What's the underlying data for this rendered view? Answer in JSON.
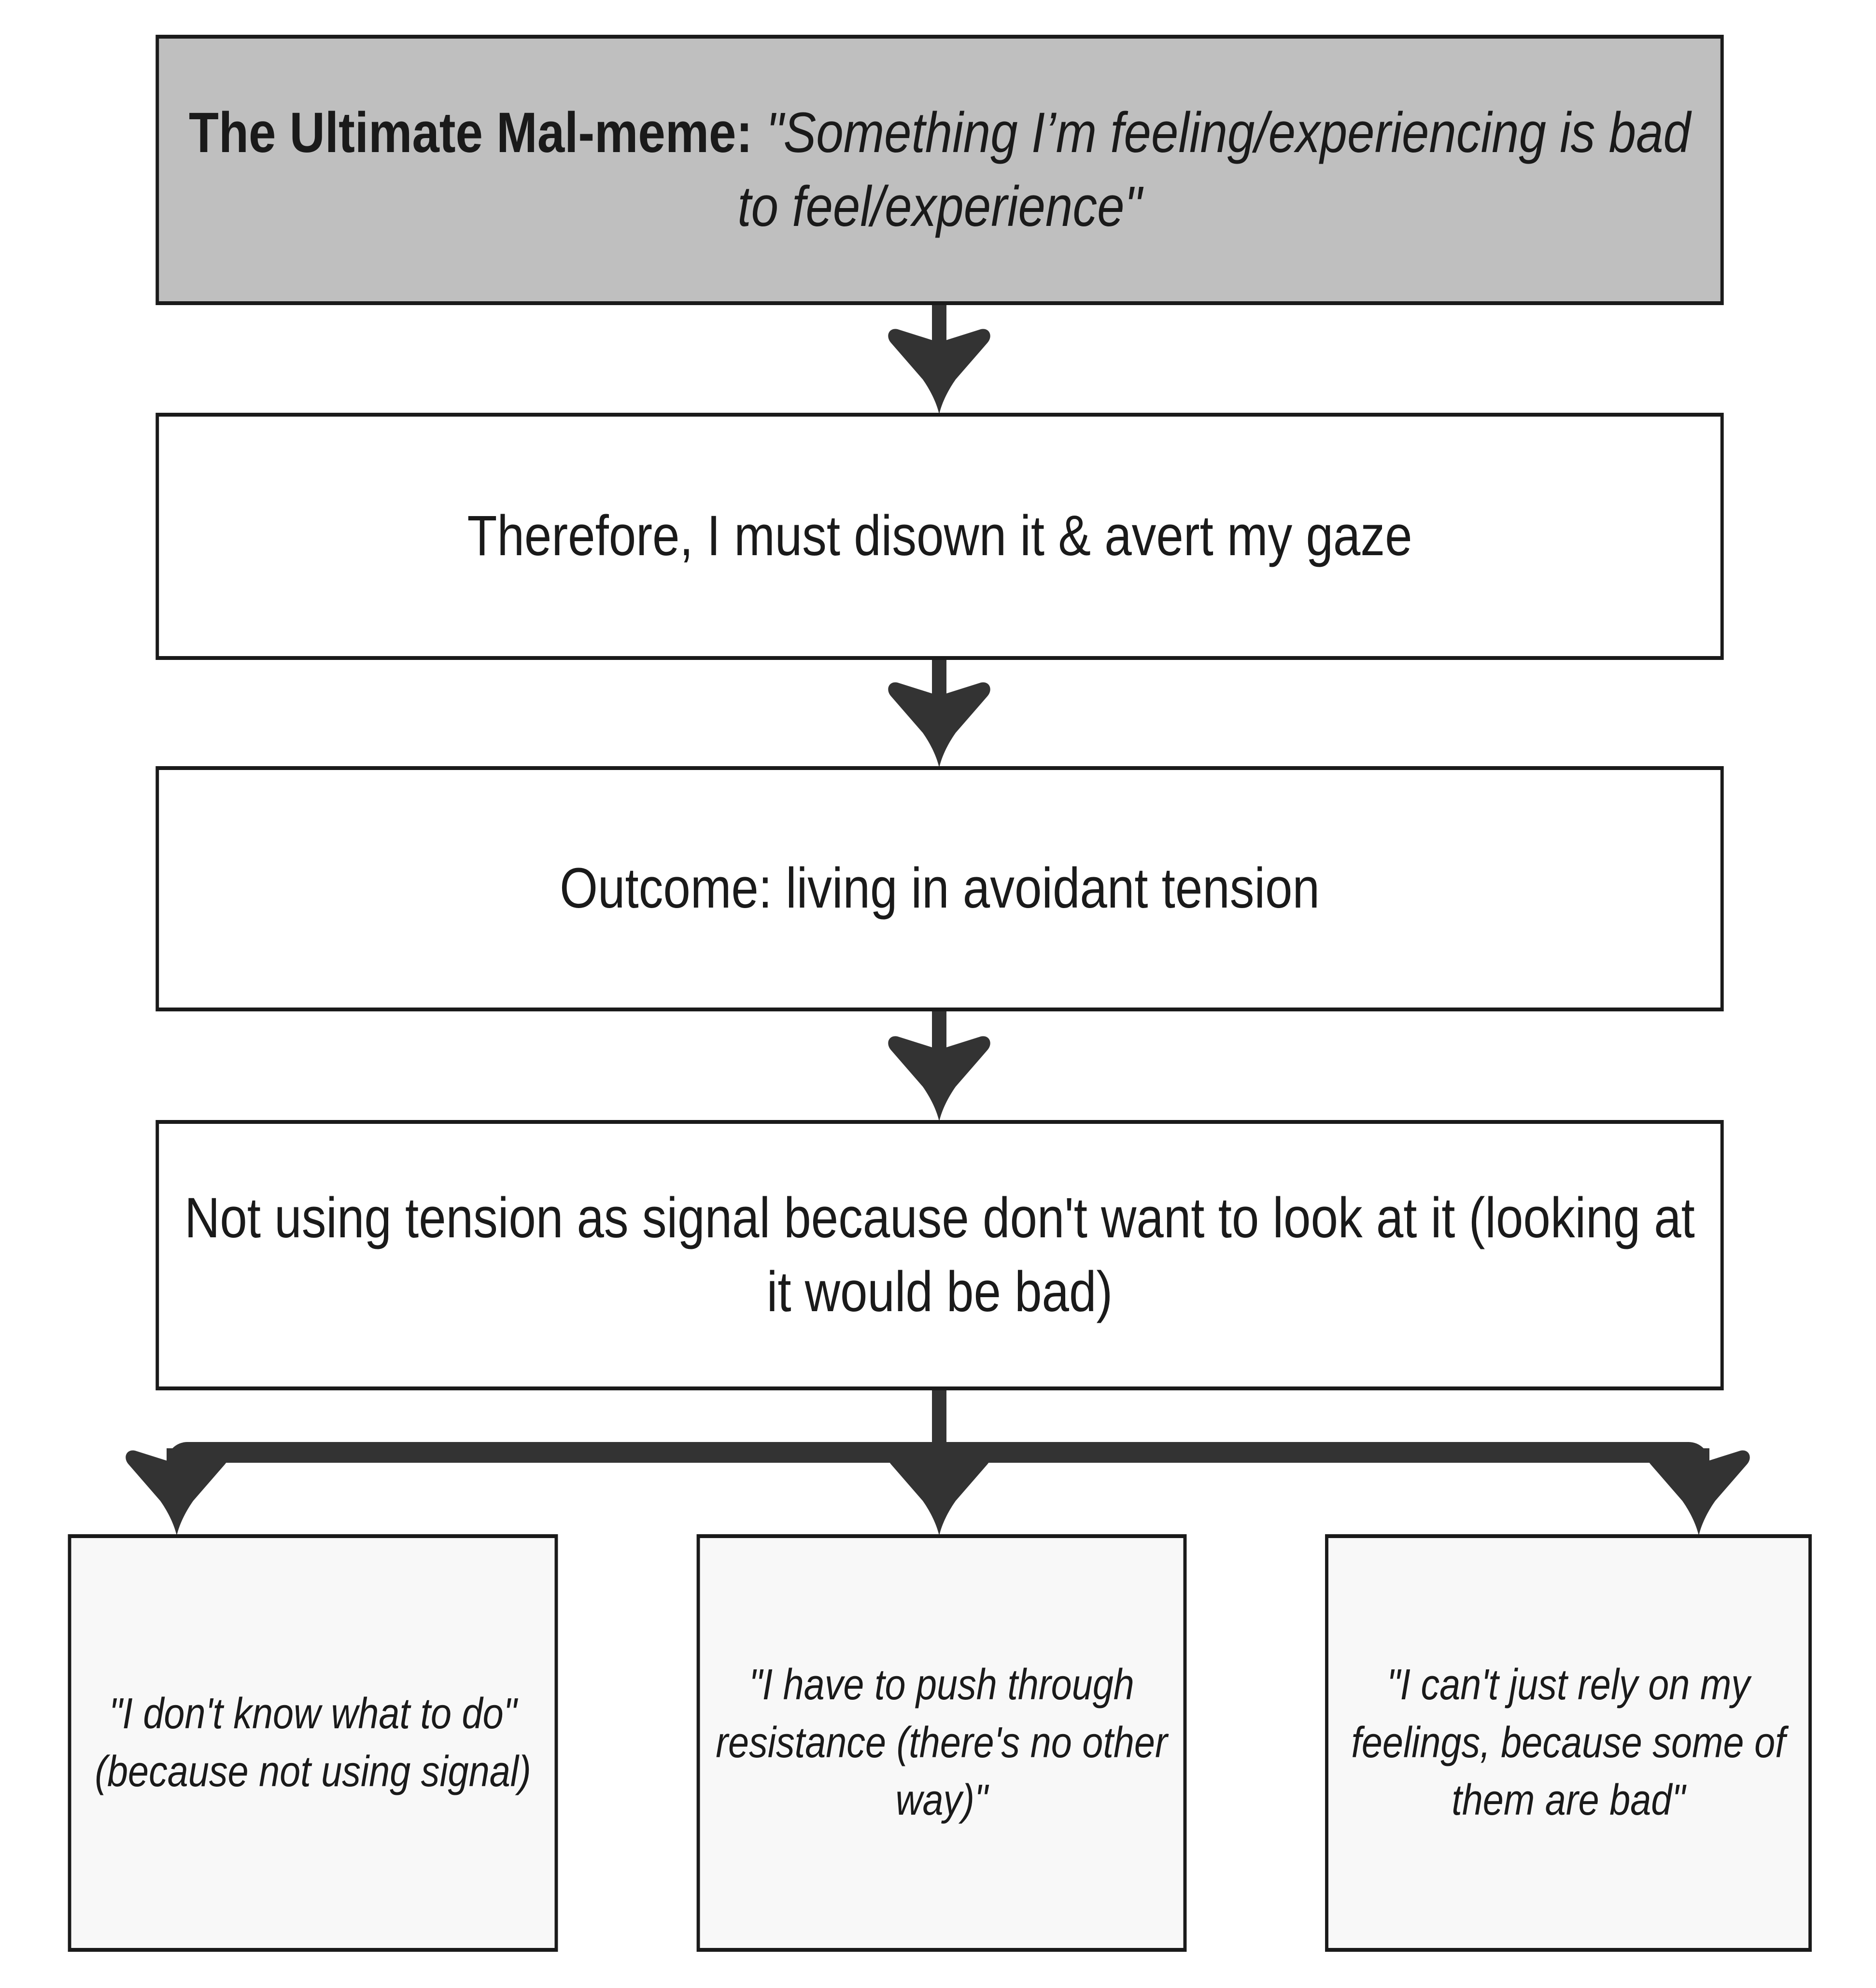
{
  "diagram": {
    "title_node": {
      "label_bold": "The Ultimate Mal-meme:",
      "label_quote": "\"Something I’m feeling/experiencing is bad to feel/experience\"",
      "fill_color": "#BFBFBF",
      "border_color": "#1A1A1A"
    },
    "nodes": [
      {
        "id": "disown",
        "label": "Therefore, I must disown it & avert my gaze",
        "fill_color": "#FFFFFF"
      },
      {
        "id": "outcome",
        "label": "Outcome: living in avoidant tension",
        "fill_color": "#FFFFFF"
      },
      {
        "id": "signal",
        "label": "Not using tension as signal because don't want to look at it (looking at it would be bad)",
        "fill_color": "#FFFFFF"
      }
    ],
    "leaves": [
      {
        "id": "leaf-1",
        "label": "\"I don't know what to do\" (because not using signal)",
        "fill_color": "#F8F8F8"
      },
      {
        "id": "leaf-2",
        "label": "\"I have to push through resistance (there's no other way)\"",
        "fill_color": "#F8F8F8"
      },
      {
        "id": "leaf-3",
        "label": "\"I can't just rely on my feelings, because some of them are bad\"",
        "fill_color": "#F8F8F8"
      }
    ],
    "arrow_color": "#333333",
    "background_color": "#FFFFFF"
  }
}
